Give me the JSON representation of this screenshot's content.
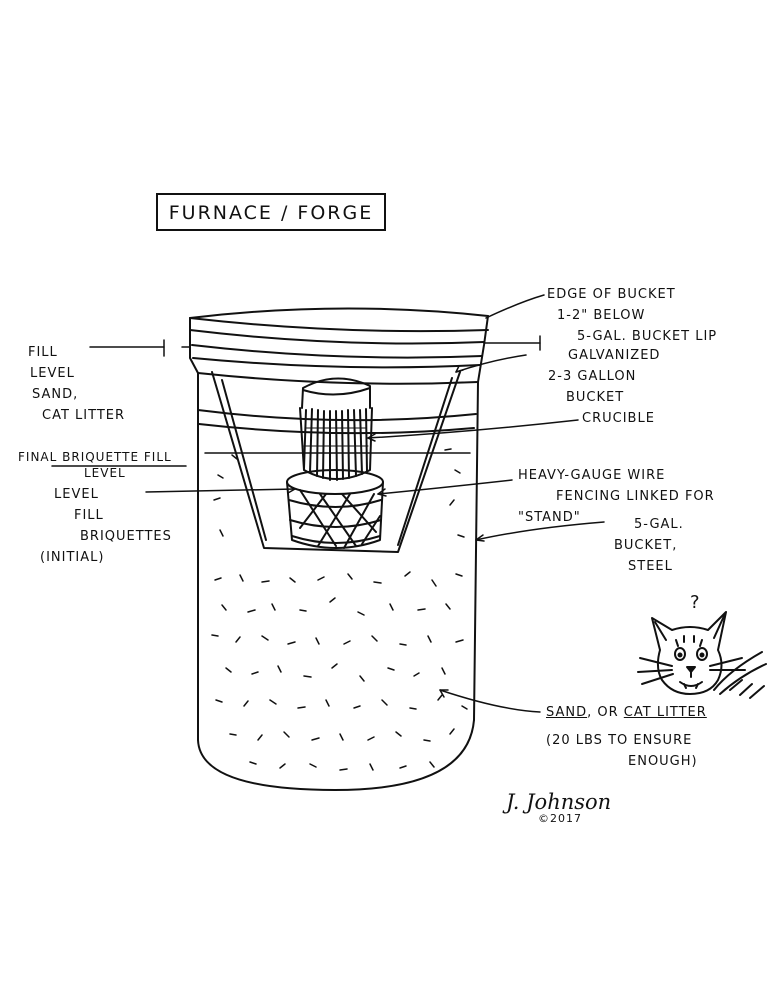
{
  "title": "FURNACE / FORGE",
  "labels": {
    "edge_of_bucket": [
      "EDGE OF BUCKET",
      "1-2\" BELOW",
      "5-GAL. BUCKET LIP"
    ],
    "fill_level": [
      "FILL",
      "LEVEL",
      "SAND,",
      "CAT LITTER"
    ],
    "galvanized": [
      "GALVANIZED",
      "2-3 GALLON",
      "BUCKET"
    ],
    "crucible": "CRUCIBLE",
    "final_briquette": [
      "FINAL BRIQUETTE FILL",
      "LEVEL"
    ],
    "heavy_gauge": [
      "HEAVY-GAUGE WIRE",
      "FENCING LINKED FOR",
      "\"STAND\""
    ],
    "level_fill": [
      "LEVEL",
      "FILL",
      "BRIQUETTES",
      "(INITIAL)"
    ],
    "five_gal": [
      "5-GAL.",
      "BUCKET,",
      "STEEL"
    ],
    "sand_word": "SAND",
    "sand_middle": ", OR",
    "cat_litter_word": "CAT LITTER",
    "sand_note": [
      "(20 LBS TO ENSURE",
      "ENOUGH)"
    ]
  },
  "signature": "J. Johnson",
  "copyright": "©2017",
  "question_mark": "?"
}
